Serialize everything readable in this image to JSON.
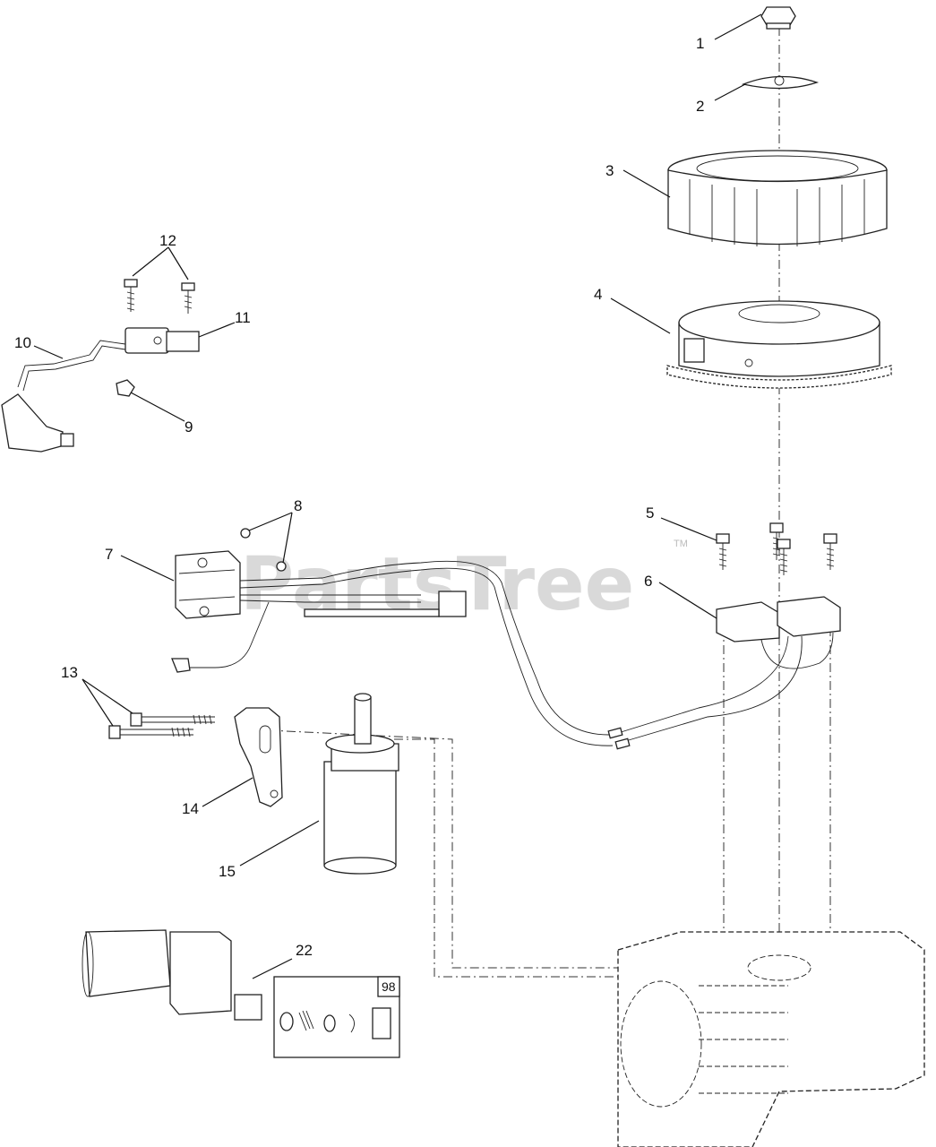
{
  "watermark": {
    "brand": "PartsTree",
    "trademark": "TM"
  },
  "callouts": [
    {
      "id": "1",
      "label": "1"
    },
    {
      "id": "2",
      "label": "2"
    },
    {
      "id": "3",
      "label": "3"
    },
    {
      "id": "4",
      "label": "4"
    },
    {
      "id": "5",
      "label": "5"
    },
    {
      "id": "6",
      "label": "6"
    },
    {
      "id": "7",
      "label": "7"
    },
    {
      "id": "8",
      "label": "8"
    },
    {
      "id": "9",
      "label": "9"
    },
    {
      "id": "10",
      "label": "10"
    },
    {
      "id": "11",
      "label": "11"
    },
    {
      "id": "12",
      "label": "12"
    },
    {
      "id": "13",
      "label": "13"
    },
    {
      "id": "14",
      "label": "14"
    },
    {
      "id": "15",
      "label": "15"
    },
    {
      "id": "22",
      "label": "22"
    }
  ],
  "kit_box": {
    "label": "98"
  }
}
